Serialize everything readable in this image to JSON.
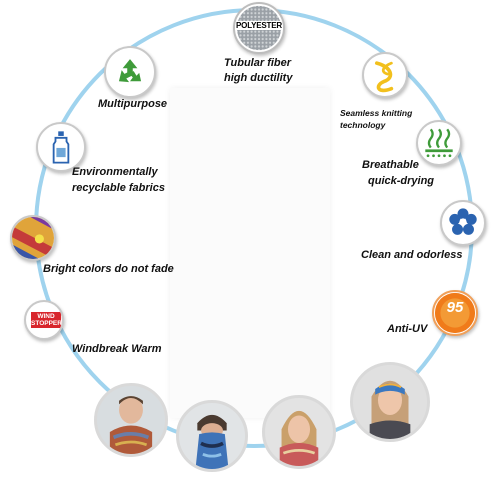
{
  "features": [
    {
      "key": "polyester",
      "badge_text": "POLYESTER",
      "label_lines": [
        "Tubular fiber",
        "high ductility"
      ],
      "icon": "polyester-icon"
    },
    {
      "key": "seamless",
      "label_lines": [
        "Seamless knitting",
        "technology"
      ],
      "icon": "infinity-icon"
    },
    {
      "key": "breathable",
      "label_lines": [
        "Breathable",
        "quick-drying"
      ],
      "icon": "breathable-icon"
    },
    {
      "key": "odorless",
      "label_lines": [
        "Clean and odorless"
      ],
      "icon": "flower-icon"
    },
    {
      "key": "antiuv",
      "badge_text": "95",
      "label_lines": [
        "Anti-UV"
      ],
      "icon": "uv-shield-icon"
    },
    {
      "key": "multipurpose",
      "label_lines": [
        "Multipurpose"
      ],
      "icon": "recycle-arrows-icon"
    },
    {
      "key": "recyclable",
      "label_lines": [
        "Environmentally",
        "recyclable fabrics"
      ],
      "icon": "bottle-icon"
    },
    {
      "key": "colors",
      "label_lines": [
        "Bright colors do not fade"
      ],
      "icon": "fabric-swatch-icon"
    },
    {
      "key": "windbreak",
      "badge_text": "WIND STOPPER",
      "label_lines": [
        "Windbreak Warm"
      ],
      "icon": "wind-stopper-icon"
    }
  ],
  "colors": {
    "ring": "#9fd3ee",
    "green": "#3f9b3a",
    "yellow": "#f2c01d",
    "blue": "#2a63b0",
    "orange": "#f07b1a",
    "red": "#d8262c"
  }
}
